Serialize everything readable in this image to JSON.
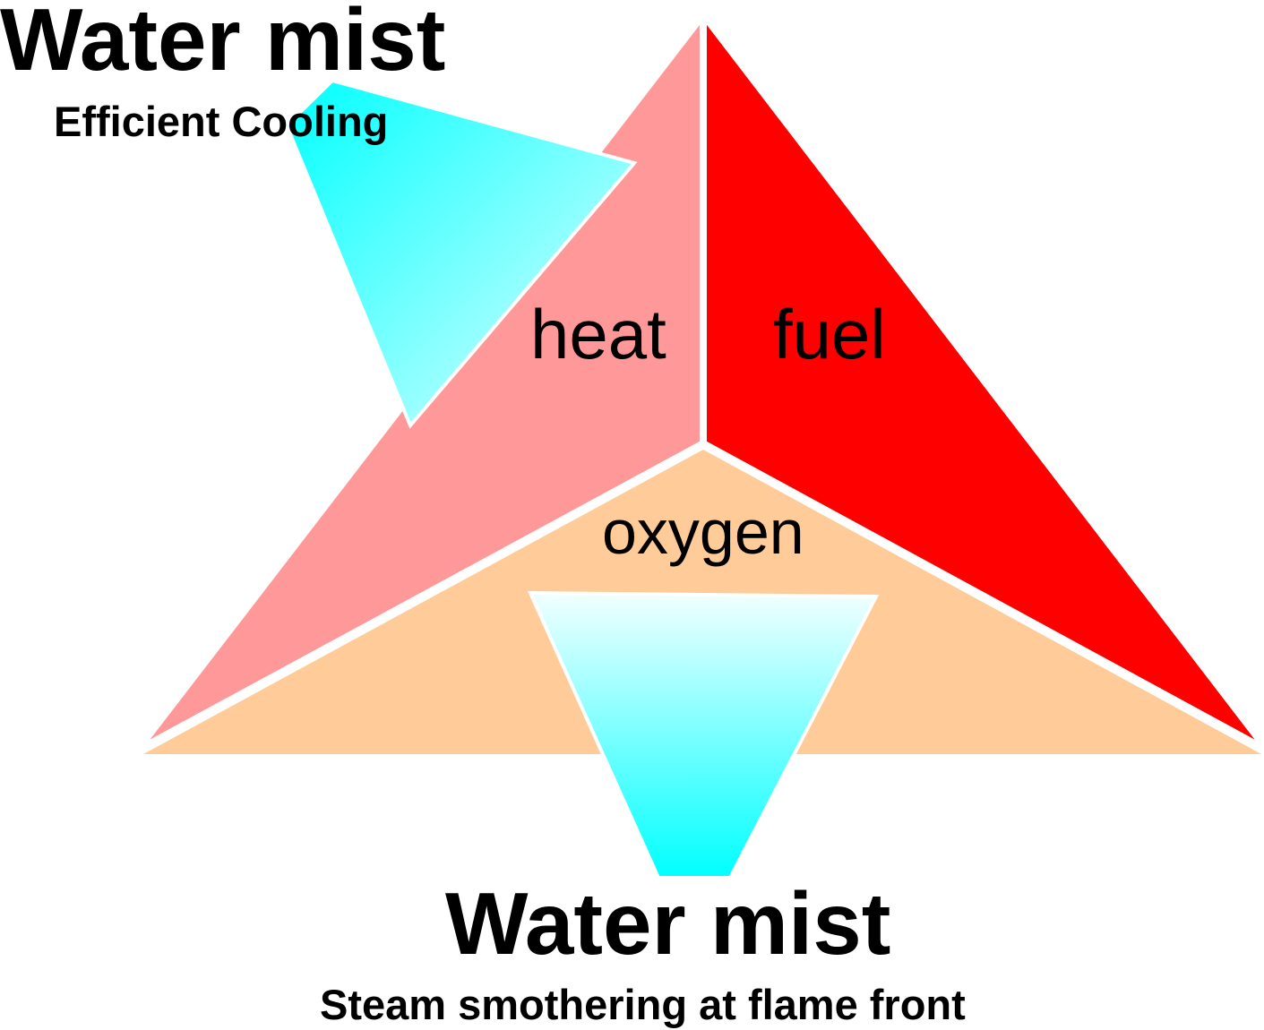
{
  "top_label": {
    "title": "Water mist",
    "subtitle": "Efficient Cooling"
  },
  "bottom_label": {
    "title": "Water mist",
    "subtitle": "Steam smothering at flame front"
  },
  "fire_triangle": {
    "heat": {
      "label": "heat",
      "color": "#FF9999"
    },
    "fuel": {
      "label": "fuel",
      "color": "#FF0000"
    },
    "oxygen": {
      "label": "oxygen",
      "color": "#FFCC99"
    }
  },
  "mist_colors": {
    "cyan": "#00FFFF",
    "light": "#E6FFFF",
    "stroke": "#FFFFFF"
  }
}
